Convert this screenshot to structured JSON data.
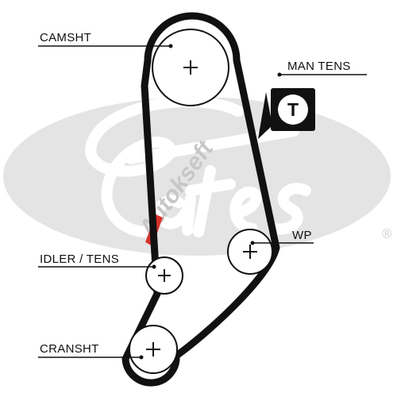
{
  "labels": {
    "camshaft": "CAMSHT",
    "manual_tensioner": "MAN TENS",
    "tensioner_symbol": "T",
    "water_pump": "WP",
    "idler_tensioner": "IDLER / TENS",
    "crankshaft": "CRANSHT"
  },
  "watermark": {
    "brand_mark": "Gates",
    "registered": "®",
    "stamp": "Autokseft"
  },
  "colors": {
    "belt": "#111111",
    "watermark_gray": "#e4e4e4",
    "stamp_red": "#d8322a",
    "stamp_gray": "#c7c7c7"
  }
}
